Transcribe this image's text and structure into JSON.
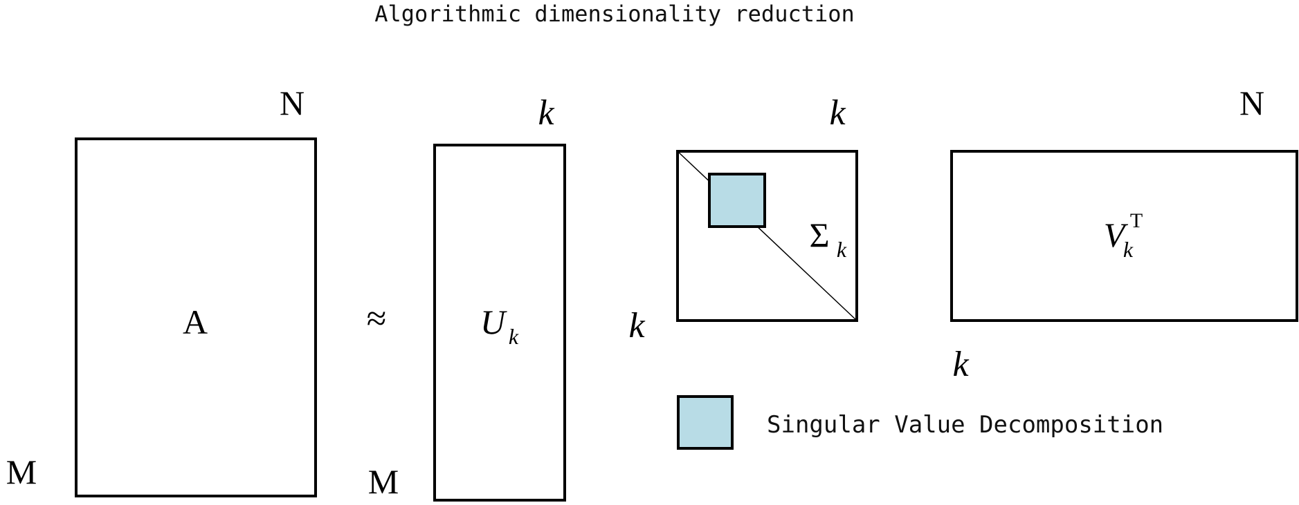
{
  "title": "Algorithmic dimensionality reduction",
  "approx": "≈",
  "matrices": {
    "A": {
      "label": "A",
      "cols": "N",
      "rows": "M"
    },
    "U": {
      "symbol": "U",
      "sub": "k",
      "cols": "k",
      "rows": "M"
    },
    "Sigma": {
      "symbol": "Σ",
      "sub": "k",
      "cols": "k",
      "rows": "k"
    },
    "V": {
      "symbol": "V",
      "sub": "k",
      "sup": "T",
      "cols": "N",
      "rows": "k"
    }
  },
  "legend": {
    "label": "Singular Value Decomposition"
  },
  "colors": {
    "singular_value_fill": "#b8dce6",
    "stroke": "#000000"
  }
}
